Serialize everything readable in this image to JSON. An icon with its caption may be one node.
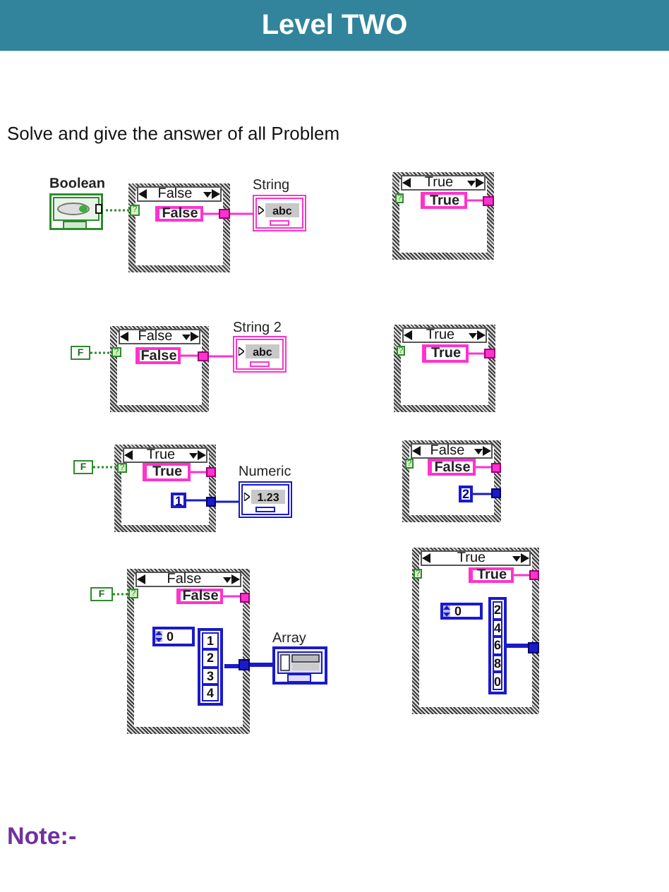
{
  "diagram": {
    "title": "Level TWO",
    "nodes": [
      {
        "text": [
          "Boolean"
        ]
      },
      {
        "text": [
          "False"
        ]
      },
      {
        "text": [
          "?"
        ],
        "in": 1
      },
      {
        "text": [
          "False"
        ],
        "in": 1
      },
      {
        "text": [],
        "shape": "box",
        "in": 1
      },
      {
        "text": [
          "String",
          "abc"
        ]
      },
      {
        "text": [
          "True"
        ]
      },
      {
        "text": [
          "?"
        ],
        "in": 6
      },
      {
        "text": [
          "True"
        ],
        "in": 6
      },
      {
        "text": [],
        "shape": "box",
        "in": 6
      },
      {
        "text": [
          "F"
        ]
      },
      {
        "text": [
          "False"
        ]
      },
      {
        "text": [
          "?"
        ],
        "in": 11
      },
      {
        "text": [
          "False"
        ],
        "in": 11
      },
      {
        "text": [],
        "shape": "box",
        "in": 11
      },
      {
        "text": [
          "String 2",
          "abc"
        ]
      },
      {
        "text": [
          "True"
        ]
      },
      {
        "text": [
          "?"
        ],
        "in": 16
      },
      {
        "text": [
          "True"
        ],
        "in": 16
      },
      {
        "text": [],
        "shape": "box",
        "in": 16
      },
      {
        "text": [
          "F"
        ]
      },
      {
        "text": [
          "True"
        ]
      },
      {
        "text": [
          "?"
        ],
        "in": 21
      },
      {
        "text": [
          "True"
        ],
        "in": 21
      },
      {
        "text": [],
        "shape": "box",
        "in": 21
      },
      {
        "text": [
          "1"
        ],
        "in": 21
      },
      {
        "text": [],
        "shape": "box",
        "in": 21
      },
      {
        "text": [
          "Numeric",
          "1.23"
        ]
      },
      {
        "text": [
          "False"
        ]
      },
      {
        "text": [
          "?"
        ],
        "in": 28
      },
      {
        "text": [
          "False"
        ],
        "in": 28
      },
      {
        "text": [],
        "shape": "box",
        "in": 28
      },
      {
        "text": [
          "2"
        ],
        "in": 28
      },
      {
        "text": [],
        "shape": "box",
        "in": 28
      },
      {
        "text": [
          "F"
        ]
      },
      {
        "text": [
          "False"
        ]
      },
      {
        "text": [
          "?"
        ],
        "in": 35
      },
      {
        "text": [
          "False"
        ],
        "in": 35
      },
      {
        "text": [],
        "shape": "box",
        "in": 35
      },
      {
        "text": [
          "0",
          "1",
          "2",
          "3",
          "4"
        ],
        "in": 35
      },
      {
        "text": [],
        "shape": "box",
        "in": 35
      },
      {
        "text": [
          "Array"
        ]
      },
      {
        "text": [
          "True"
        ]
      },
      {
        "text": [
          "?"
        ],
        "in": 42
      },
      {
        "text": [
          "True"
        ],
        "in": 42
      },
      {
        "text": [],
        "shape": "box",
        "in": 42
      },
      {
        "text": [
          "0",
          "2",
          "4",
          "6",
          "8",
          "0"
        ],
        "in": 42
      },
      {
        "text": [],
        "shape": "box",
        "in": 42
      }
    ],
    "edges": [
      {
        "from": 0,
        "to": 2,
        "arrow": "none",
        "style": "dashed",
        "color": "#2e8b2e"
      },
      {
        "from": 3,
        "to": 4,
        "arrow": "none"
      },
      {
        "from": 4,
        "to": 5,
        "arrow": "none"
      },
      {
        "from": 8,
        "to": 9,
        "arrow": "none"
      },
      {
        "from": 10,
        "to": 12,
        "arrow": "none",
        "style": "dashed",
        "color": "#2e8b2e"
      },
      {
        "from": 13,
        "to": 14,
        "arrow": "none"
      },
      {
        "from": 14,
        "to": 15,
        "arrow": "none"
      },
      {
        "from": 18,
        "to": 19,
        "arrow": "none"
      },
      {
        "from": 20,
        "to": 22,
        "arrow": "none",
        "style": "dashed",
        "color": "#2e8b2e"
      },
      {
        "from": 23,
        "to": 24,
        "arrow": "none"
      },
      {
        "from": 25,
        "to": 26,
        "arrow": "none",
        "color": "#1a1acc"
      },
      {
        "from": 26,
        "to": 27,
        "arrow": "none",
        "color": "#1a1acc"
      },
      {
        "from": 30,
        "to": 31,
        "arrow": "none"
      },
      {
        "from": 32,
        "to": 33,
        "arrow": "none",
        "color": "#1a1acc"
      },
      {
        "from": 34,
        "to": 36,
        "arrow": "none",
        "style": "dashed",
        "color": "#2e8b2e"
      },
      {
        "from": 37,
        "to": 38,
        "arrow": "none"
      },
      {
        "from": 39,
        "to": 40,
        "arrow": "none",
        "style": "thick",
        "color": "#1a1acc"
      },
      {
        "from": 40,
        "to": 41,
        "arrow": "none",
        "style": "thick",
        "color": "#1a1acc"
      },
      {
        "from": 44,
        "to": 45,
        "arrow": "none"
      },
      {
        "from": 46,
        "to": 47,
        "arrow": "none",
        "style": "thick",
        "color": "#1a1acc"
      }
    ],
    "labels": [
      "Solve and give the answer of all Problem",
      "Note:-"
    ]
  }
}
